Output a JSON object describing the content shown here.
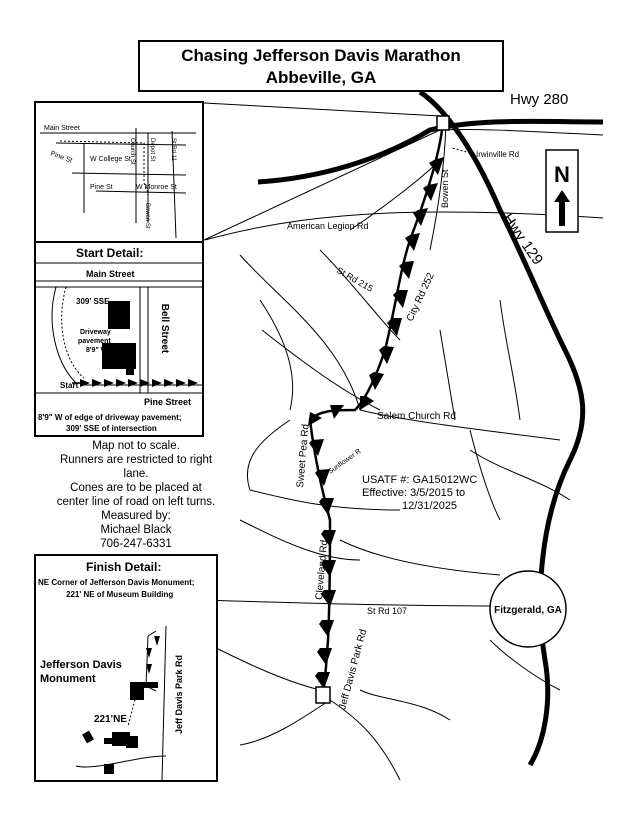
{
  "title": {
    "line1": "Chasing Jefferson Davis Marathon",
    "line2": "Abbeville, GA"
  },
  "roads": {
    "hwy280": "Hwy 280",
    "hwy129": "Hwy 129",
    "irwinville": "Irwinville Rd",
    "bowen": "Bowen St",
    "american_legion": "American Legion Rd",
    "st_rd_215": "St Rd 215",
    "city_rd_252": "City Rd 252",
    "salem_church": "Salem Church Rd",
    "sweet_pea": "Sweet Pea Rd",
    "sunflower": "Sunflower R",
    "cleveland": "Cleveland Rd",
    "st_rd_107": "St Rd 107",
    "jeff_davis_park": "Jeff Davis Park Rd"
  },
  "city": "Fitzgerald, GA",
  "north_label": "N",
  "usatf": {
    "line1": "USATF #: GA15012WC",
    "line2": "Effective: 3/5/2015 to",
    "line3": "12/31/2025"
  },
  "notes": [
    "Map not to scale.",
    "Runners are restricted to right",
    "lane.",
    "Cones are to be placed at",
    "center line of road on left turns.",
    "Measured by:",
    "Michael Black",
    "706-247-6331"
  ],
  "inset_town": {
    "main_street": "Main Street",
    "pine_st": "Pine St",
    "w_college": "W College St",
    "church": "Church St",
    "depot": "Depot St",
    "st_rd_11": "St Rd 11",
    "pine_st2": "Pine St",
    "w_monroe": "W Monroe St",
    "bowen": "Bowen St"
  },
  "start_detail": {
    "title": "Start Detail:",
    "main_street": "Main Street",
    "bell_street": "Bell Street",
    "dist_309": "309' SSE",
    "driveway": "Driveway",
    "pavement": "pavement",
    "dist_89": "8'9\" W",
    "start": "Start",
    "pine_street": "Pine Street",
    "caption1": "8'9\" W of edge of driveway pavement;",
    "caption2": "309' SSE of intersection"
  },
  "finish_detail": {
    "title": "Finish Detail:",
    "sub1": "NE Corner of Jefferson Davis Monument;",
    "sub2": "221' NE of Museum Building",
    "monument1": "Jefferson Davis",
    "monument2": "Monument",
    "dist": "221'NE",
    "road": "Jeff Davis Park Rd"
  }
}
